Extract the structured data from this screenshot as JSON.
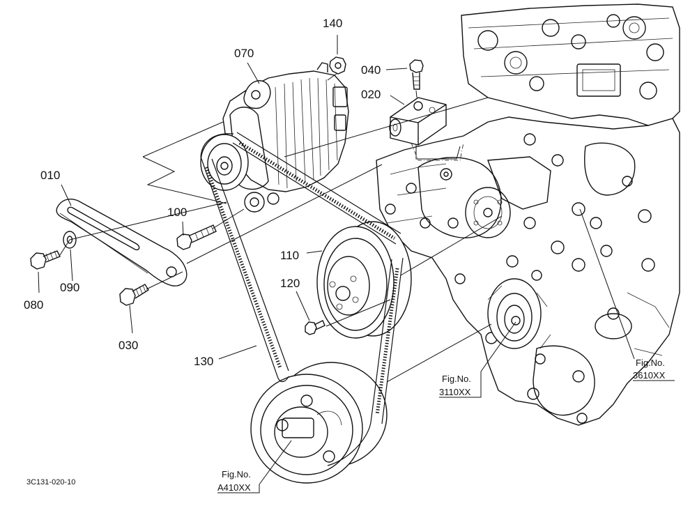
{
  "callouts": {
    "p010": "010",
    "p020": "020",
    "p030": "030",
    "p040": "040",
    "p070": "070",
    "p080": "080",
    "p090": "090",
    "p100": "100",
    "p110": "110",
    "p120": "120",
    "p130": "130",
    "p140": "140"
  },
  "references": {
    "ref_3110_l1": "Fig.No.",
    "ref_3110_l2": "3110XX",
    "ref_3610_l1": "Fig.No.",
    "ref_3610_l2": "3610XX",
    "ref_a410_l1": "Fig.No.",
    "ref_a410_l2": "A410XX"
  },
  "drawing_code": "3C131-020-10"
}
